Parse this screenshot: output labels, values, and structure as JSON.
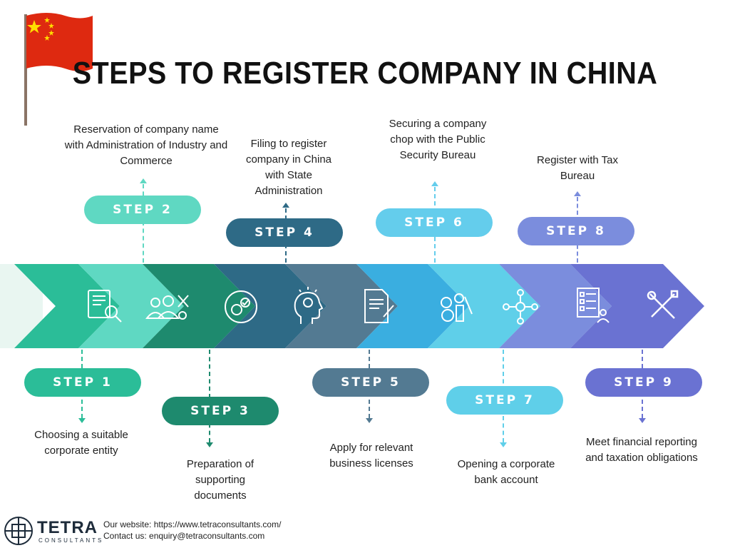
{
  "title": "STEPS TO REGISTER COMPANY IN CHINA",
  "steps": [
    {
      "label": "STEP 1",
      "text": "Choosing a suitable corporate entity",
      "color": "#2bbd98"
    },
    {
      "label": "STEP 2",
      "text": "Reservation of company name with Administration of Industry and Commerce",
      "color": "#5fd8c2"
    },
    {
      "label": "STEP 3",
      "text": "Preparation of supporting documents",
      "color": "#1e8a6e"
    },
    {
      "label": "STEP 4",
      "text": "Filing to register company in China with State Administration",
      "color": "#2e6a86"
    },
    {
      "label": "STEP 5",
      "text": "Apply for relevant business licenses",
      "color": "#537a92"
    },
    {
      "label": "STEP 6",
      "text": "Securing a company chop with the Public Security Bureau",
      "color": "#64cdec"
    },
    {
      "label": "STEP 7",
      "text": "Opening a corporate bank account",
      "color": "#5fcfe9"
    },
    {
      "label": "STEP 8",
      "text": "Register with Tax Bureau",
      "color": "#7b8ddd"
    },
    {
      "label": "STEP 9",
      "text": "Meet financial reporting and taxation obligations",
      "color": "#6a72d2"
    }
  ],
  "icons": [
    "magnifier-document-icon",
    "team-tools-icon",
    "gears-check-icon",
    "idea-head-icon",
    "document-pen-icon",
    "gears-bulb-icon",
    "network-icon",
    "checklist-team-icon",
    "tools-icon"
  ],
  "footer": {
    "brand": "TETRA",
    "brand_sub": "CONSULTANTS",
    "website_line": "Our website: https://www.tetraconsultants.com/",
    "contact_line": "Contact us: enquiry@tetraconsultants.com"
  },
  "flag_colors": {
    "red": "#de2910",
    "star": "#ffde00"
  }
}
